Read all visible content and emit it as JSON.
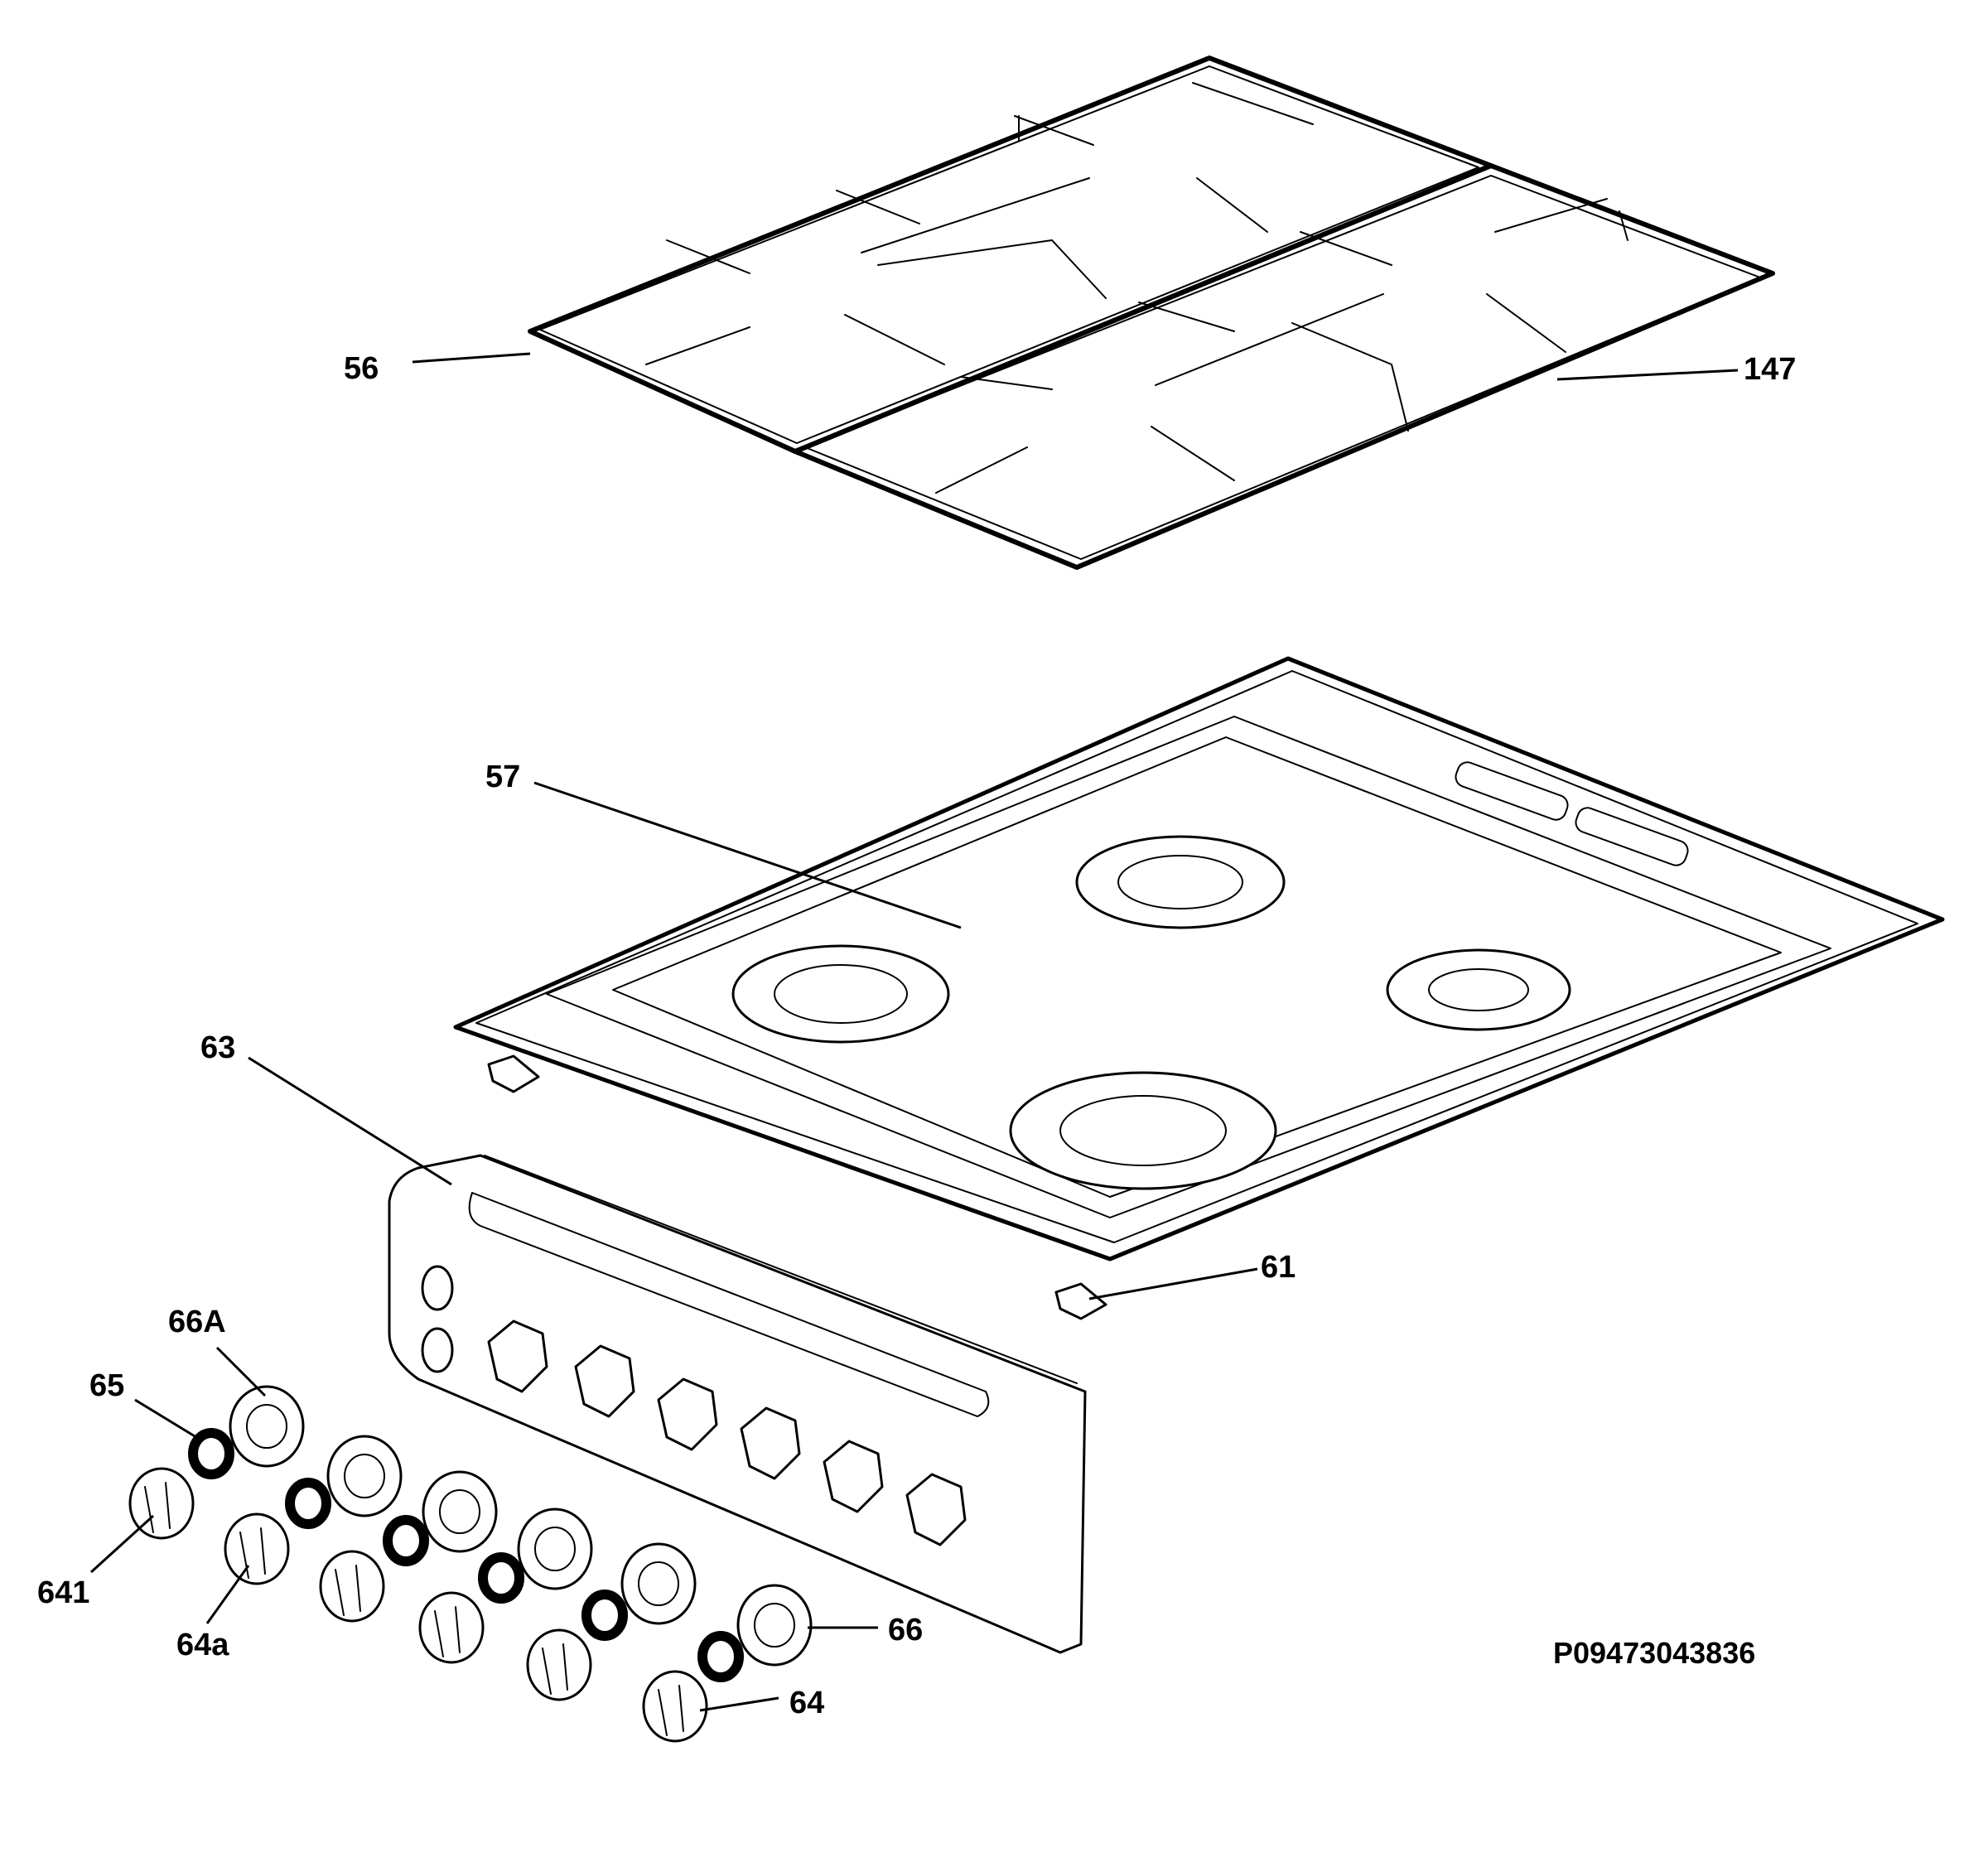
{
  "callouts": {
    "c56": "56",
    "c147": "147",
    "c57": "57",
    "c63": "63",
    "c61": "61",
    "c66A": "66A",
    "c65": "65",
    "c641": "641",
    "c64a": "64a",
    "c66": "66",
    "c64": "64"
  },
  "diagram_code": "P09473043836"
}
